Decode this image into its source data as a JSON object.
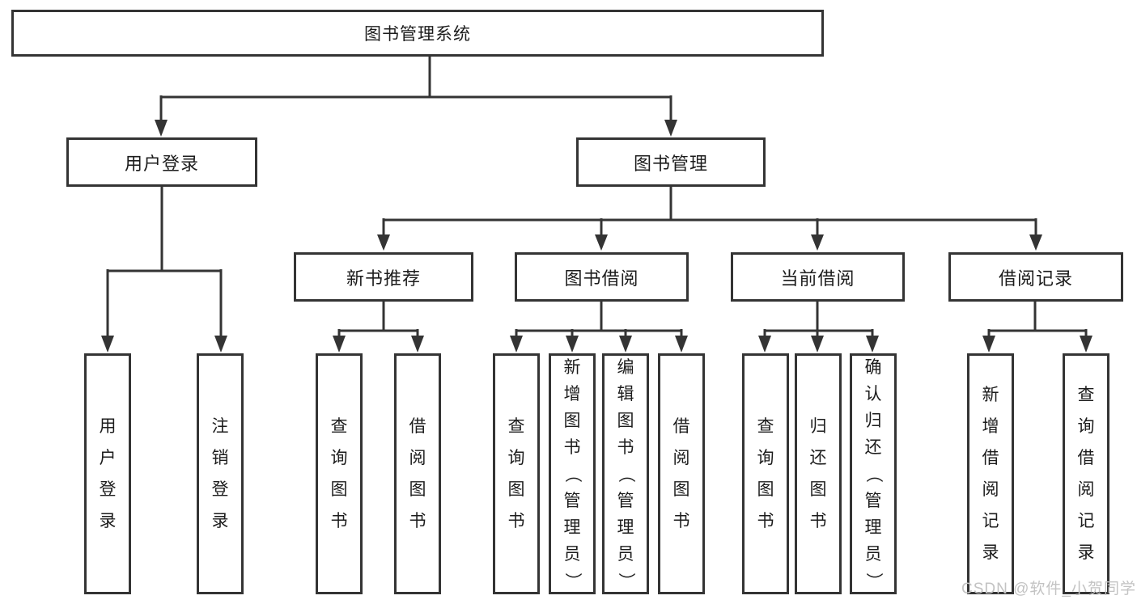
{
  "tree": {
    "label": "图书管理系统",
    "children": [
      {
        "label": "用户登录",
        "children": [
          {
            "label": "用户登录"
          },
          {
            "label": "注销登录"
          }
        ]
      },
      {
        "label": "图书管理",
        "children": [
          {
            "label": "新书推荐",
            "children": [
              {
                "label": "查询图书"
              },
              {
                "label": "借阅图书"
              }
            ]
          },
          {
            "label": "图书借阅",
            "children": [
              {
                "label": "查询图书"
              },
              {
                "label": "新增图书（管理员）"
              },
              {
                "label": "编辑图书（管理员）"
              },
              {
                "label": "借阅图书"
              }
            ]
          },
          {
            "label": "当前借阅",
            "children": [
              {
                "label": "查询图书"
              },
              {
                "label": "归还图书"
              },
              {
                "label": "确认归还（管理员）"
              }
            ]
          },
          {
            "label": "借阅记录",
            "children": [
              {
                "label": "新增借阅记录"
              },
              {
                "label": "查询借阅记录"
              }
            ]
          }
        ]
      }
    ]
  },
  "watermark": {
    "text": "CSDN @软件_小贺同学",
    "color": "#c3c3c3"
  },
  "colors": {
    "line": "#343434",
    "text": "#1c1c1c",
    "background": "#ffffff"
  }
}
